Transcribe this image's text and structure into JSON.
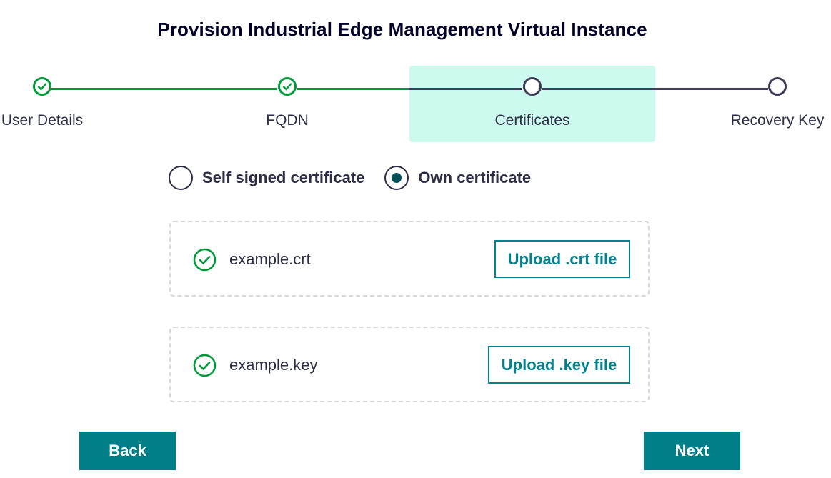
{
  "title": "Provision Industrial Edge Management Virtual Instance",
  "stepper": {
    "steps": [
      {
        "label": "User Details",
        "status": "completed"
      },
      {
        "label": "FQDN",
        "status": "completed"
      },
      {
        "label": "Certificates",
        "status": "active"
      },
      {
        "label": "Recovery Key",
        "status": "pending"
      }
    ]
  },
  "certificate_type": {
    "options": [
      {
        "label": "Self signed certificate",
        "selected": false
      },
      {
        "label": "Own certificate",
        "selected": true
      }
    ]
  },
  "uploads": [
    {
      "filename": "example.crt",
      "button_label": "Upload .crt file",
      "status_icon": "check-circle-icon"
    },
    {
      "filename": "example.key",
      "button_label": "Upload .key file",
      "status_icon": "check-circle-icon"
    }
  ],
  "footer": {
    "back_label": "Back",
    "next_label": "Next"
  },
  "colors": {
    "completed": "#009a38",
    "pending": "#3d3b57",
    "active_bg": "#cdfaee",
    "primary": "#007f89",
    "selected_radio": "#005159"
  }
}
